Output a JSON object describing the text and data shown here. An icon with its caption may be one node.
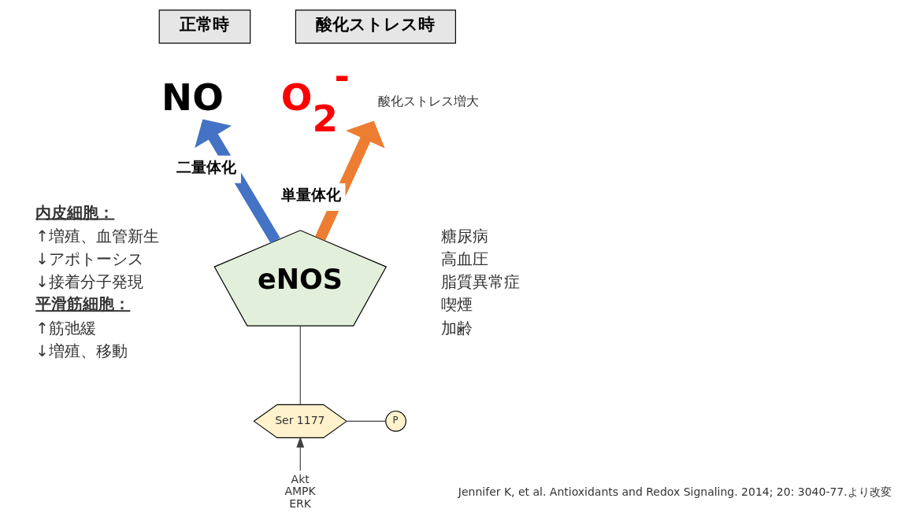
{
  "diagram": {
    "nodes": [
      {
        "text": [
          "正常時"
        ]
      },
      {
        "text": [
          "酸化ストレス時"
        ]
      },
      {
        "text": [
          "NO"
        ]
      },
      {
        "text": [
          "O$_{2}$$^{-}$"
        ],
        "beside": [
          "酸化ストレス増大"
        ]
      },
      {
        "text": [
          "eNOS"
        ]
      },
      {
        "text": [
          "Ser 1177"
        ]
      },
      {
        "text": [
          "P"
        ]
      },
      {
        "text": [
          "Akt",
          "AMPK",
          "ERK"
        ]
      }
    ],
    "edges": [
      {
        "from": 4,
        "to": 2,
        "arrow": "to",
        "label": "二量体化",
        "style": "thick",
        "color": "#4472c4"
      },
      {
        "from": 4,
        "to": 3,
        "arrow": "to",
        "label": "単量体化",
        "style": "thick",
        "color": "#ed7d31"
      },
      {
        "from": 5,
        "to": 4,
        "arrow": "none"
      },
      {
        "from": 5,
        "to": 6,
        "arrow": "none"
      },
      {
        "from": 7,
        "to": 5,
        "arrow": "to"
      }
    ],
    "labels": [
      "内皮細胞：",
      "↑増殖、血管新生",
      "↓アポトーシス",
      "↓接着分子発現",
      "平滑筋細胞：",
      "↑筋弛緩",
      "↓増殖、移動",
      "糖尿病",
      "高血圧",
      "脂質異常症",
      "喫煙",
      "加齢",
      "Jennifer K, et al. Antioxidants and Redox Signaling. 2014; 20: 3040-77.より改変"
    ]
  }
}
